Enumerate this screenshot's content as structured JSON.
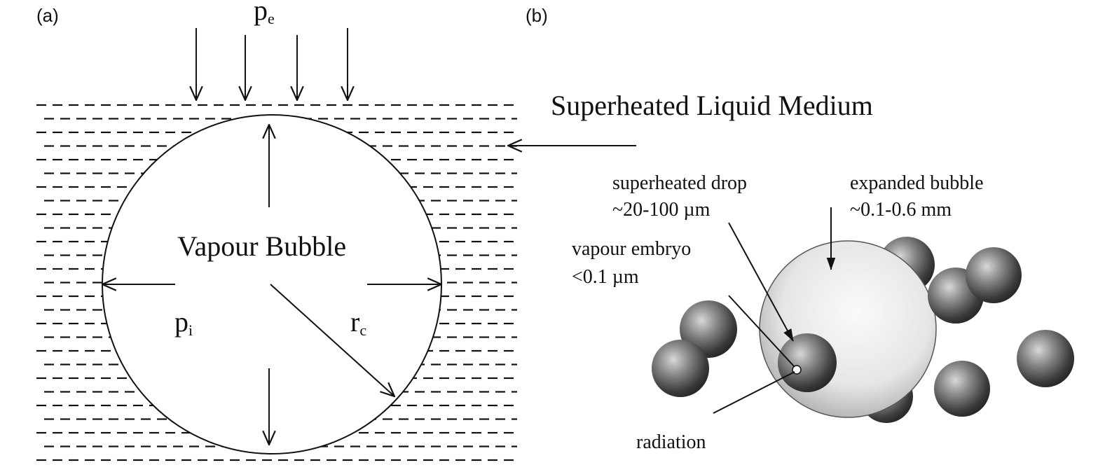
{
  "panel_a": {
    "label": "(a)",
    "pe_main": "p",
    "pe_sub": "e",
    "bubble_label": "Vapour Bubble",
    "pi_main": "p",
    "pi_sub": "i",
    "rc_main": "r",
    "rc_sub": "c"
  },
  "panel_b": {
    "label": "(b)",
    "medium_label": "Superheated Liquid Medium",
    "drop_label_1": "superheated drop",
    "drop_label_2": "~20-100 µm",
    "bubble_label_1": "expanded bubble",
    "bubble_label_2": "~0.1-0.6 mm",
    "embryo_label_1": "vapour embryo",
    "embryo_label_2": "<0.1 µm",
    "radiation_label": "radiation"
  },
  "colors": {
    "ink": "#111111",
    "sphere_dark": "#2a2a2a",
    "sphere_light": "#cfcfcf",
    "bubble_light": "#f2f2f2"
  }
}
